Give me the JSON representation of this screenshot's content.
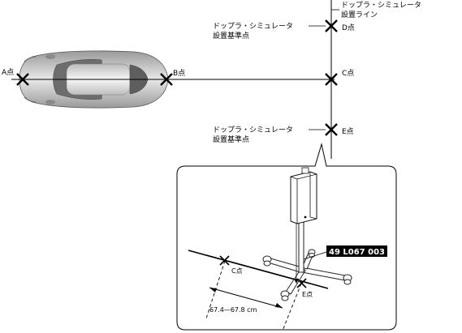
{
  "labels": {
    "point_a": "A点",
    "point_b": "B点",
    "point_c": "C点",
    "point_d": "D点",
    "point_e": "E点",
    "line_label_top": "ドップラ・シミュレータ",
    "line_label_bottom": "設置ライン",
    "ref_d_top": "ドップラ・シミュレータ",
    "ref_d_bottom": "設置基準点",
    "ref_e_top": "ドップラ・シミュレータ",
    "ref_e_bottom": "設置基準点",
    "detail_point_c": "C点",
    "detail_point_e": "E点",
    "tool_part_number": "49 L067 003",
    "distance": "67.4—67.8 cm"
  },
  "colors": {
    "line": "#000000",
    "car_body": "#c8c8c8",
    "tag_bg": "#000000",
    "tag_text": "#ffffff"
  }
}
